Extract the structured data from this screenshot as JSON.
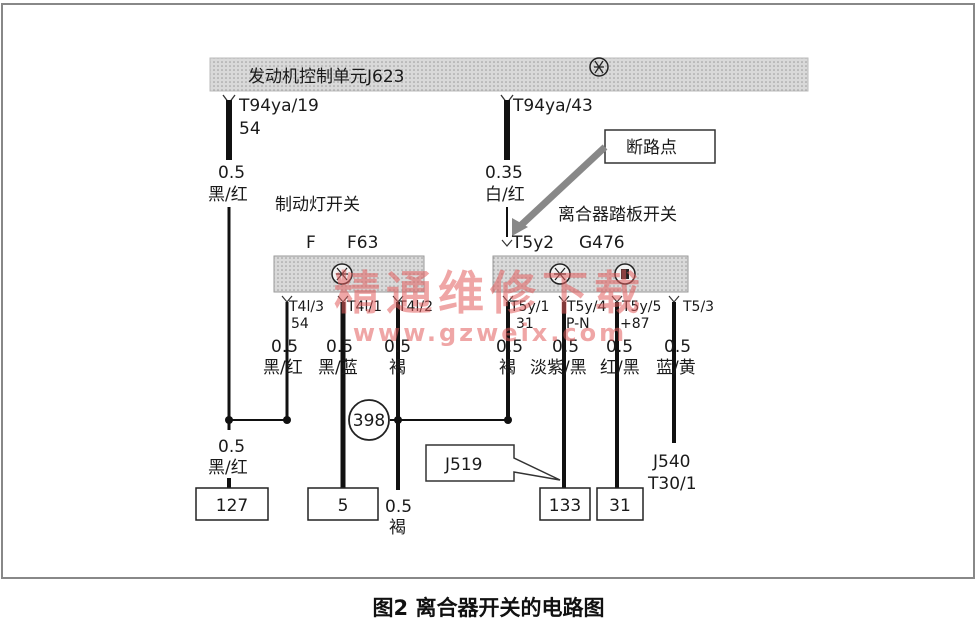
{
  "ecu": {
    "title": "发动机控制单元J623"
  },
  "ecu_pins": {
    "left": "T94ya/19",
    "left_sub": "54",
    "right": "T94ya/43"
  },
  "wires": {
    "w1_size": "0.5",
    "w1_color": "黑/红",
    "w2_size": "0.35",
    "w2_color": "白/红",
    "w3_size": "0.5",
    "w3_color": "黑/红",
    "w4_size": "0.5",
    "w4_color": "黑/蓝",
    "w5_size": "0.5",
    "w5_color": "褐",
    "w6_size": "0.5",
    "w6_color": "褐",
    "w7_size": "0.5",
    "w7_color": "淡紫/黑",
    "w8_size": "0.5",
    "w8_color": "红/黑",
    "w9_size": "0.5",
    "w9_color": "蓝/黄",
    "w10_size": "0.5",
    "w10_color": "黑/红",
    "w11_size": "0.5",
    "w11_color": "褐"
  },
  "callout_break": "断路点",
  "brake_switch": {
    "title": "制动灯开关",
    "code1": "F",
    "code2": "F63",
    "pin1": "T4l/3",
    "pin1_sub": "54",
    "pin2": "T4l/1",
    "pin3": "T4l/2"
  },
  "clutch_switch": {
    "title": "离合器踏板开关",
    "top_pin": "T5y2",
    "code": "G476",
    "pin1": "T5y/1",
    "pin1_sub": "31",
    "pin2": "T5y/4",
    "pin2_sub": "P-N",
    "pin3": "T5y/5",
    "pin3_sub": "+87",
    "pin4": "T5/3"
  },
  "junction": "398",
  "callout_j519": "J519",
  "j540": {
    "line1": "J540",
    "line2": "T30/1"
  },
  "terminals": [
    "127",
    "5",
    "133",
    "31"
  ],
  "caption": "图2  离合器开关的电路图",
  "watermark": {
    "line1": "精通维修下载",
    "line2": "www.gzweix.com"
  }
}
